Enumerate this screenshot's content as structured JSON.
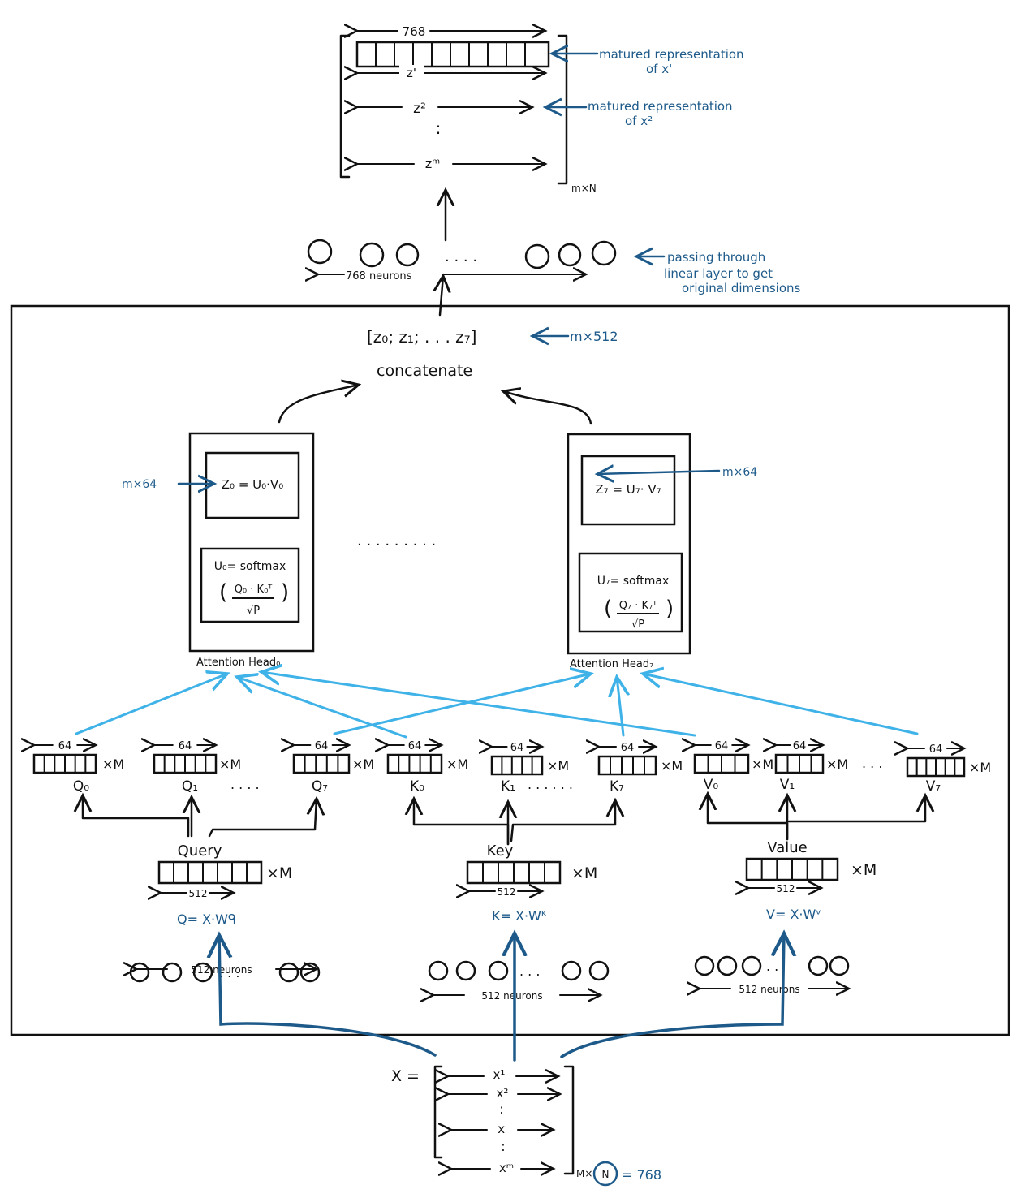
{
  "output": {
    "dim": "768",
    "rows": [
      "z'",
      "z²",
      "zᵐ"
    ],
    "vdots": ":",
    "shape": "m×N",
    "note1_line1": "matured representation",
    "note1_line2": "of x'",
    "note2_line1": "matured representation",
    "note2_line2": "of x²"
  },
  "linear": {
    "dots": ". . . .",
    "label": "768 neurons",
    "note_line1": "passing through",
    "note_line2": "linear layer to get",
    "note_line3": "original dimensions"
  },
  "concat": {
    "expr": "[z₀; z₁; . . . z₇]",
    "shape": "m×512",
    "label": "concatenate"
  },
  "heads": [
    {
      "z_formula": "Z₀ = U₀·V₀",
      "z_note": "m×64",
      "u_line1": "U₀= softmax",
      "u_num": "Q₀ · K₀ᵀ",
      "u_den": "√P",
      "label": "Attention Head₀"
    },
    {
      "z_formula": "Z₇ = U₇· V₇",
      "z_note": "m×64",
      "u_line1": "U₇= softmax",
      "u_num": "Q₇ · K₇ᵀ",
      "u_den": "√P",
      "label": "Attention Head₇"
    }
  ],
  "heads_dots": ". . . . . . . . .",
  "splits": {
    "dim": "64",
    "times": "×M",
    "names": [
      "Q₀",
      "Q₁",
      "Q₇",
      "K₀",
      "K₁",
      "K₇",
      "V₀",
      "V₁",
      "V₇"
    ],
    "q_dots": ". . . .",
    "k_dots": ". . . . . .",
    "v_dots": ". . ."
  },
  "projections": [
    {
      "name": "Query",
      "dim": "512",
      "times": "×M",
      "formula": "Q= X·Wᑫ",
      "neurons": "512 neurons",
      "dots": ". . ."
    },
    {
      "name": "Key",
      "dim": "512",
      "times": "×M",
      "formula": "K= X·Wᴷ",
      "neurons": "512 neurons",
      "dots": ". . ."
    },
    {
      "name": "Value",
      "dim": "512",
      "times": "×M",
      "formula": "V= X·Wᵛ",
      "neurons": "512 neurons",
      "dots": ". ."
    }
  ],
  "input": {
    "lhs": "X =",
    "rows": [
      "x¹",
      "x²",
      "xⁱ",
      "xᵐ"
    ],
    "vdots": ":",
    "shape": "M×",
    "circled": "N",
    "value": "= 768"
  }
}
